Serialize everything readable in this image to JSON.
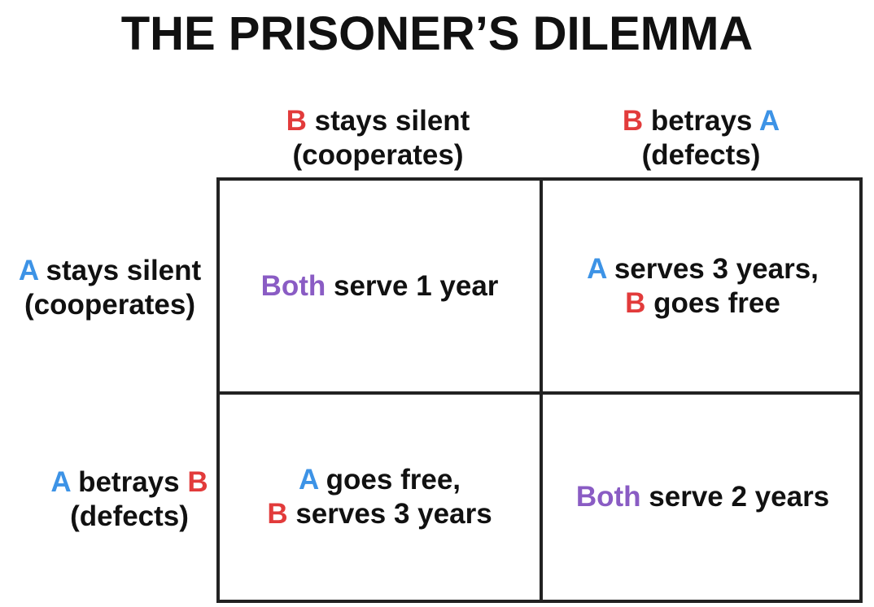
{
  "title": "THE PRISONER’S DILEMMA",
  "colors": {
    "player_a": "#3d93e6",
    "player_b": "#e23b3b",
    "both": "#8a5cc4",
    "text": "#111111",
    "grid_line": "#222222"
  },
  "columns": [
    {
      "line1_player": "B",
      "line1_text": " stays silent",
      "line2": "(cooperates)"
    },
    {
      "line1_player": "B",
      "line1_text": " betrays ",
      "line1_target": "A",
      "line2": "(defects)"
    }
  ],
  "rows": [
    {
      "line1_player": "A",
      "line1_text": " stays silent",
      "line2": "(cooperates)"
    },
    {
      "line1_player": "A",
      "line1_text": " betrays ",
      "line1_target": "B",
      "line2": "(defects)"
    }
  ],
  "cells": {
    "r1c1": {
      "who": "Both",
      "text": " serve 1 year"
    },
    "r1c2": {
      "line1_player": "A",
      "line1_text": " serves 3 years,",
      "line2_player": "B",
      "line2_text": " goes free"
    },
    "r2c1": {
      "line1_player": "A",
      "line1_text": " goes free,",
      "line2_player": "B",
      "line2_text": " serves 3 years"
    },
    "r2c2": {
      "who": "Both",
      "text": " serve 2 years"
    }
  }
}
